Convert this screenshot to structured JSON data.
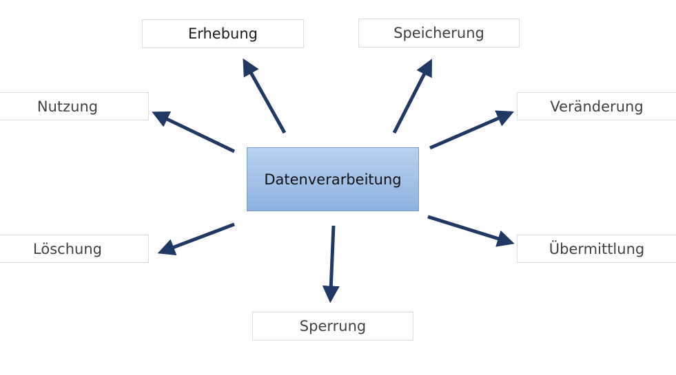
{
  "diagram": {
    "center": {
      "label": "Datenverarbeitung"
    },
    "nodes": {
      "erhebung": {
        "label": "Erhebung"
      },
      "speicherung": {
        "label": "Speicherung"
      },
      "nutzung": {
        "label": "Nutzung"
      },
      "veraenderung": {
        "label": "Veränderung"
      },
      "loeschung": {
        "label": "Löschung"
      },
      "uebermittlung": {
        "label": "Übermittlung"
      },
      "sperrung": {
        "label": "Sperrung"
      }
    },
    "colors": {
      "arrow": "#1f3864",
      "center_fill_top": "#b9d2ef",
      "center_fill_bottom": "#8db2e0",
      "center_border": "#7a9cc4",
      "box_border": "#d9dde3"
    }
  }
}
